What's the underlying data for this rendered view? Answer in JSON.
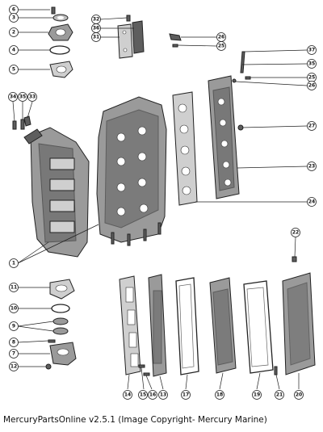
{
  "caption": "MercuryPartsOnline v2.5.1 (Image Copyright- Mercury Marine)",
  "callouts": [
    "6",
    "3",
    "2",
    "4",
    "5",
    "32",
    "36",
    "31",
    "26",
    "25",
    "37",
    "35",
    "25",
    "26",
    "27",
    "23",
    "24",
    "34",
    "35",
    "33",
    "1",
    "11",
    "10",
    "9",
    "8",
    "7",
    "12",
    "22",
    "14",
    "15",
    "16",
    "13",
    "17",
    "18",
    "19",
    "21",
    "20"
  ]
}
